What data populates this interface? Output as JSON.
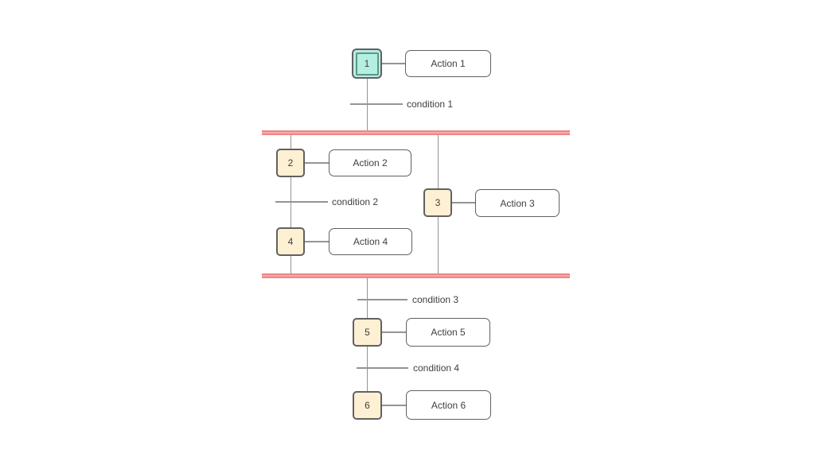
{
  "diagram": {
    "kind": "sequential-function-chart",
    "steps": [
      {
        "label": "1",
        "initial": true
      },
      {
        "label": "2",
        "initial": false
      },
      {
        "label": "3",
        "initial": false
      },
      {
        "label": "4",
        "initial": false
      },
      {
        "label": "5",
        "initial": false
      },
      {
        "label": "6",
        "initial": false
      }
    ],
    "actions": [
      {
        "label": "Action 1"
      },
      {
        "label": "Action 2"
      },
      {
        "label": "Action 3"
      },
      {
        "label": "Action 4"
      },
      {
        "label": "Action 5"
      },
      {
        "label": "Action 6"
      }
    ],
    "conditions": [
      {
        "label": "condition 1"
      },
      {
        "label": "condition 2"
      },
      {
        "label": "condition 3"
      },
      {
        "label": "condition 4"
      }
    ],
    "colors": {
      "background": "#ffffff",
      "initial_step_fill": "#b5efe2",
      "initial_step_inner_border": "#5f958e",
      "step_fill": "#fdf0d3",
      "shape_border": "#616161",
      "sync_bar_fill": "#f7a9a9",
      "sync_bar_edge": "#ee8585",
      "connector_line": "#949494",
      "label_text": "#404040"
    }
  }
}
